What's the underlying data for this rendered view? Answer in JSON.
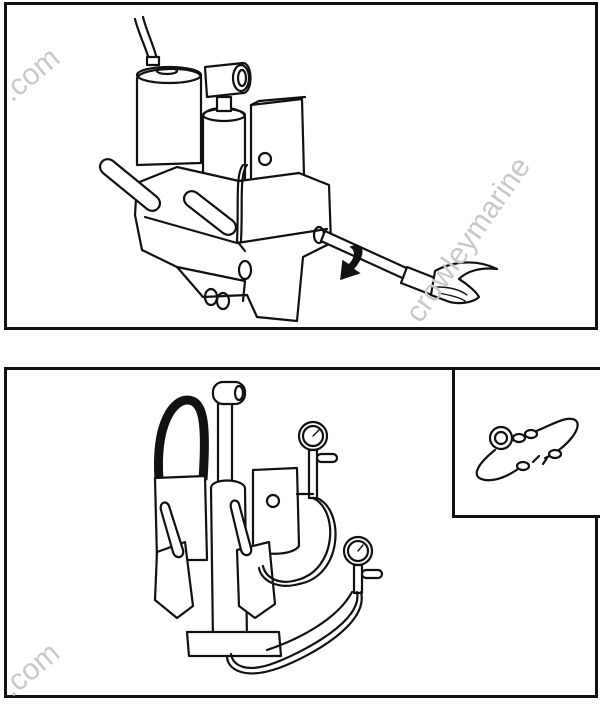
{
  "document": {
    "type": "service-manual-illustration",
    "figures": [
      {
        "id": "top",
        "description": "Power trim/tilt pump unit with manual release valve being turned by a screwdriver held in hand; curved arrow indicates rotation direction",
        "elements": [
          "reservoir-motor",
          "trim-cylinder",
          "tilt-valve-body",
          "screwdriver",
          "hand",
          "rotation-arrow"
        ]
      },
      {
        "id": "bottom",
        "description": "Power trim/tilt unit with two pressure gauges connected via hoses for pressure testing",
        "elements": [
          "pump-motor",
          "tilt-cylinder",
          "trim-rams",
          "pressure-gauge-upper",
          "pressure-gauge-lower",
          "test-hoses"
        ],
        "inset": {
          "description": "Pressure gauge test kit with hose and fittings"
        }
      }
    ],
    "watermarks": [
      {
        "text": ".com",
        "position": "top-left"
      },
      {
        "text": "crowleymarine",
        "position": "top-right"
      },
      {
        "text": ".com",
        "position": "bottom-left"
      }
    ]
  },
  "colors": {
    "line": "#111111",
    "background": "#ffffff",
    "watermark": "#c9c9c9"
  }
}
